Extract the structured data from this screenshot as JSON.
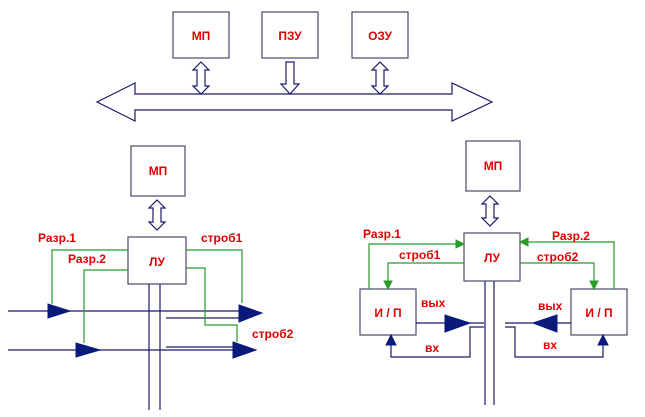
{
  "top": {
    "boxes": [
      "МП",
      "ПЗУ",
      "ОЗУ"
    ]
  },
  "left": {
    "mp": "МП",
    "lu": "ЛУ",
    "razr1": "Разр.1",
    "razr2": "Разр.2",
    "strob1": "строб1",
    "strob2": "строб2"
  },
  "right": {
    "mp": "МП",
    "lu": "ЛУ",
    "razr1": "Разр.1",
    "razr2": "Разр.2",
    "strob1": "строб1",
    "strob2": "строб2",
    "ip_left": "И / П",
    "ip_right": "И / П",
    "vyh_left": "вых",
    "vh_left": "вх",
    "vyh_right": "вых",
    "vh_right": "вх"
  },
  "colors": {
    "label": "#e00000",
    "wire": "#2a9a2a",
    "bus": "#1a1a6a",
    "buffer": "#0a1a7a"
  }
}
